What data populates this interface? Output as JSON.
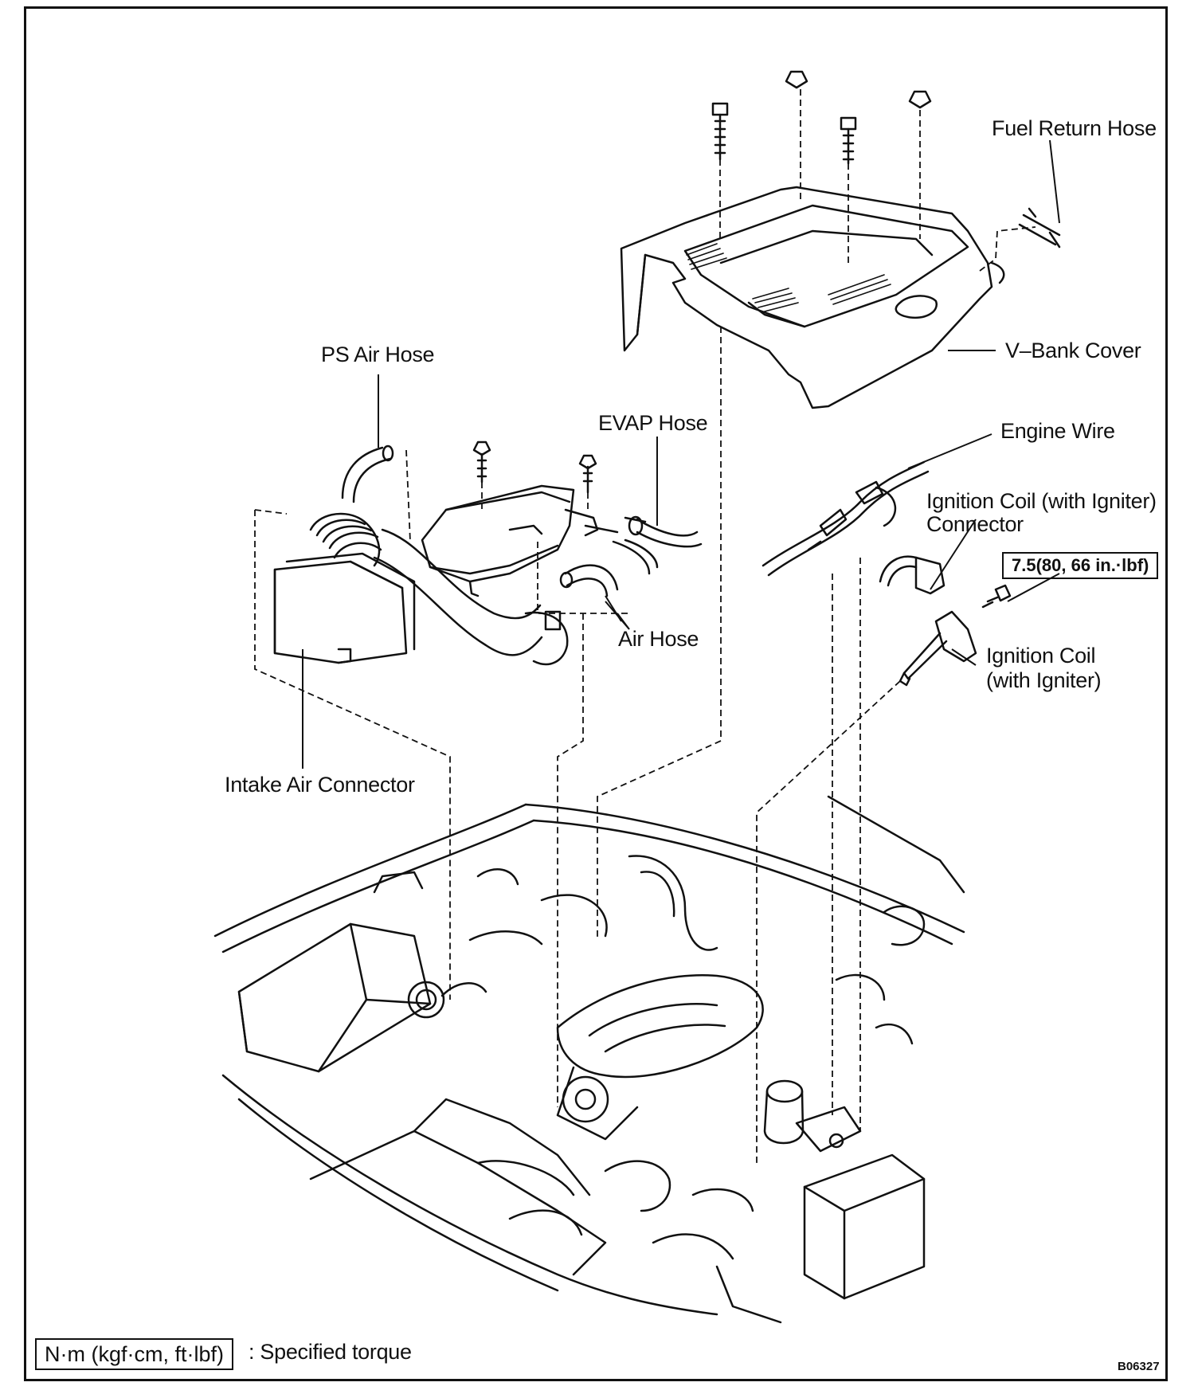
{
  "labels": {
    "fuel_return_hose": "Fuel Return Hose",
    "v_bank_cover": "V–Bank Cover",
    "ps_air_hose": "PS Air Hose",
    "evap_hose": "EVAP Hose",
    "engine_wire": "Engine Wire",
    "ignition_coil_connector_1": "Ignition Coil (with Igniter)",
    "ignition_coil_connector_2": "Connector",
    "air_hose": "Air Hose",
    "ignition_coil_1": "Ignition  Coil",
    "ignition_coil_2": "(with Igniter)",
    "intake_air_connector": "Intake Air Connector"
  },
  "torque_spec": "7.5(80, 66 in.·lbf)",
  "legend": {
    "unit": "N·m (kgf·cm, ft·lbf)",
    "description": ": Specified torque"
  },
  "figure_id": "B06327",
  "colors": {
    "line": "#111111",
    "background": "#ffffff"
  }
}
